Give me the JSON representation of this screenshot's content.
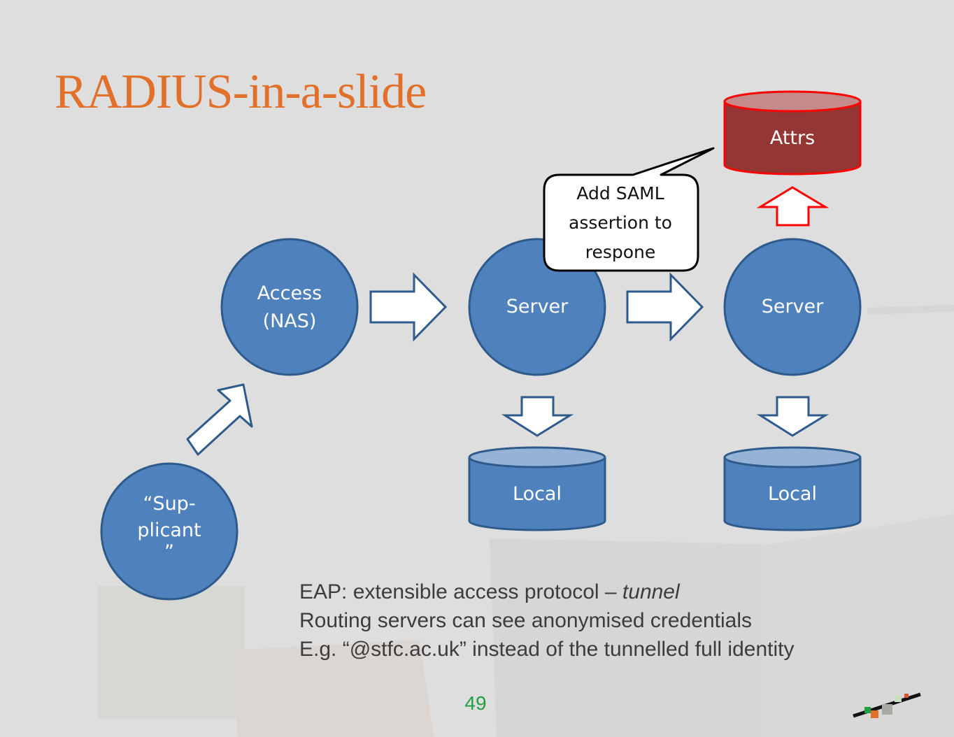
{
  "slide": {
    "title": "RADIUS-in-a-slide",
    "page_number": "49"
  },
  "nodes": {
    "supplicant": {
      "line1": "“Sup-",
      "line2": "plicant",
      "line3": "”"
    },
    "nas": {
      "line1": "Access",
      "line2": "(NAS)"
    },
    "server1": {
      "label": "Server"
    },
    "server2": {
      "label": "Server"
    }
  },
  "databases": {
    "local1": {
      "label": "Local"
    },
    "local2": {
      "label": "Local"
    },
    "attrs": {
      "label": "Attrs"
    }
  },
  "callout": {
    "line1": "Add SAML",
    "line2": "assertion to",
    "line3": "respone"
  },
  "notes": {
    "line1_prefix": "EAP: extensible access protocol – ",
    "line1_emph": "tunnel",
    "line2": "Routing servers can see anonymised credentials",
    "line3": "E.g. “@stfc.ac.uk” instead of the tunnelled full identity"
  },
  "colors": {
    "title": "#e0702a",
    "node_fill": "#4f81bd",
    "node_stroke": "#2e5a8c",
    "attrs_fill": "#943634",
    "attrs_stroke": "#ff0000",
    "page_number": "#20a040",
    "background": "#dedede"
  }
}
